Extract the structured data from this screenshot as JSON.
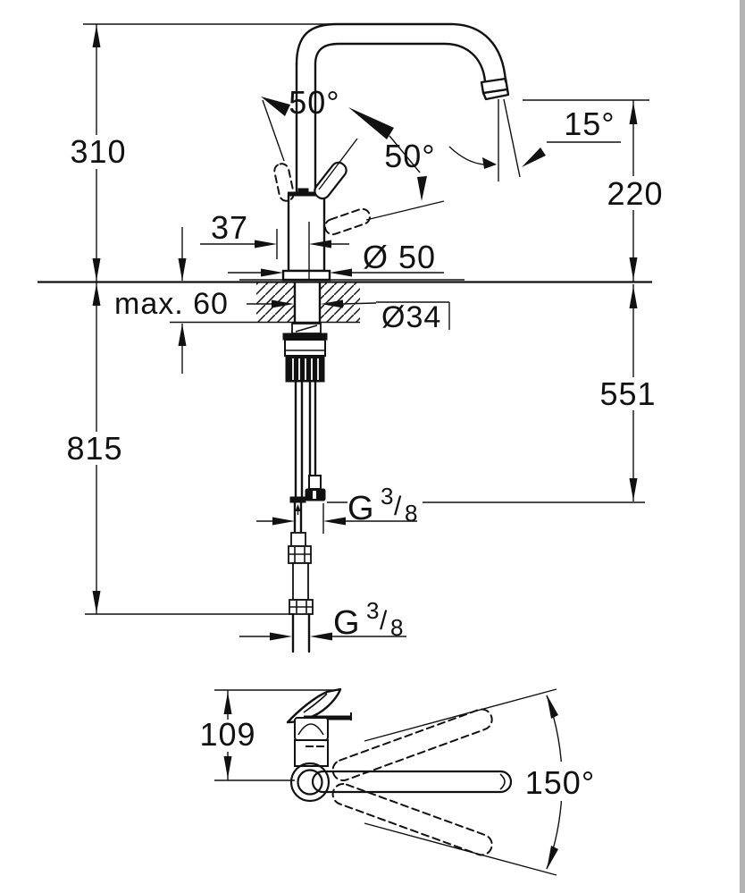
{
  "drawing": {
    "title": "faucet-installation-dimension-drawing",
    "colors": {
      "line": "#111111",
      "background": "#ffffff",
      "scan_edge": "#b3b3b3"
    },
    "front_view": {
      "height_above_counter": "310",
      "lever_front_offset": "37",
      "deck_thickness_max": "max. 60",
      "body_diameter": "Ø 50",
      "hole_diameter": "Ø34",
      "lever_swing_angle": "50°",
      "lever_lift_angle": "50°",
      "spout_tilt_angle": "15°",
      "spout_outlet_height": "220",
      "hose_length_below_deck": "551",
      "total_height": "815",
      "supply_thread": {
        "letter": "G",
        "numerator": "3",
        "slash": "/",
        "denominator": "8"
      },
      "inlet_thread": {
        "letter": "G",
        "numerator": "3",
        "slash": "/",
        "denominator": "8"
      }
    },
    "top_view": {
      "lever_projection": "109",
      "spout_swivel_range": "150°"
    }
  }
}
